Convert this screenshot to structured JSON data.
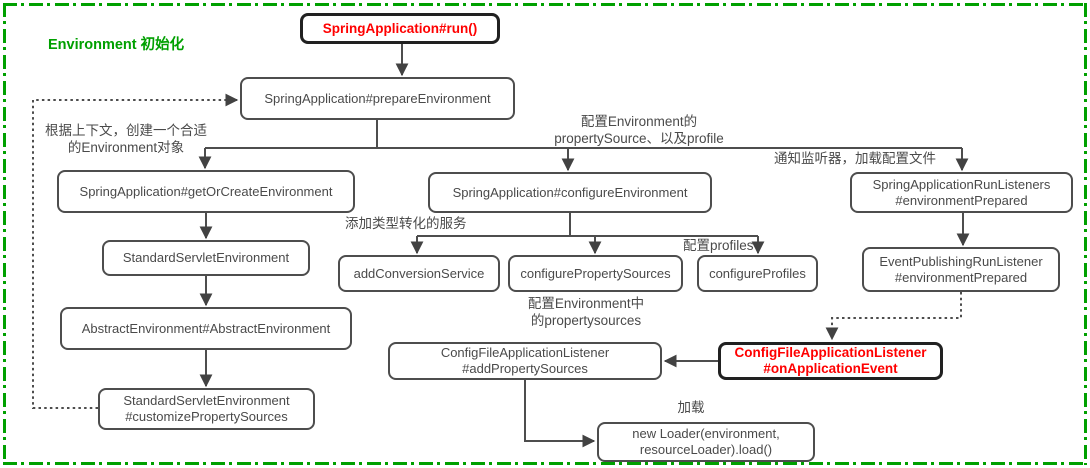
{
  "diagram": {
    "title": "Environment 初始化",
    "colors": {
      "frame_green": "#00a000",
      "highlight_red": "#ff0000",
      "line_gray": "#4d4d4d",
      "text_gray": "#4a4a4a",
      "background": "#ffffff"
    },
    "nodes": {
      "run": {
        "label": "SpringApplication#run()",
        "highlighted": true
      },
      "prepare_environment": {
        "label": "SpringApplication#prepareEnvironment",
        "highlighted": false
      },
      "get_or_create_environment": {
        "label": "SpringApplication#getOrCreateEnvironment",
        "highlighted": false
      },
      "standard_servlet_environment": {
        "label": "StandardServletEnvironment",
        "highlighted": false
      },
      "abstract_environment": {
        "label": "AbstractEnvironment#AbstractEnvironment",
        "highlighted": false
      },
      "customize_property_sources": {
        "label": "StandardServletEnvironment\n#customizePropertySources",
        "highlighted": false
      },
      "configure_environment": {
        "label": "SpringApplication#configureEnvironment",
        "highlighted": false
      },
      "add_conversion_service": {
        "label": "addConversionService",
        "highlighted": false
      },
      "configure_property_sources": {
        "label": "configurePropertySources",
        "highlighted": false
      },
      "configure_profiles": {
        "label": "configureProfiles",
        "highlighted": false
      },
      "run_listeners_environment_prepared": {
        "label": "SpringApplicationRunListeners\n#environmentPrepared",
        "highlighted": false
      },
      "event_publishing_run_listener": {
        "label": "EventPublishingRunListener\n#environmentPrepared",
        "highlighted": false
      },
      "on_application_event": {
        "label": "ConfigFileApplicationListener\n#onApplicationEvent",
        "highlighted": true
      },
      "add_property_sources": {
        "label": "ConfigFileApplicationListener\n#addPropertySources",
        "highlighted": false
      },
      "loader_load": {
        "label": "new Loader(environment,\nresourceLoader).load()",
        "highlighted": false
      }
    },
    "annotations": {
      "create_env_note": "根据上下文，创建一个合适\n的Environment对象",
      "configure_env_note": "配置Environment的\npropertySource、以及profile",
      "notify_listeners_note": "通知监听器，加载配置文件",
      "add_conversion_note": "添加类型转化的服务",
      "configure_profiles_note": "配置profiles",
      "configure_property_sources_note": "配置Environment中\n的propertysources",
      "load_note": "加载"
    },
    "edges": [
      {
        "from": "run",
        "to": "prepare_environment",
        "style": "solid"
      },
      {
        "from": "prepare_environment",
        "to": "get_or_create_environment",
        "style": "solid"
      },
      {
        "from": "prepare_environment",
        "to": "configure_environment",
        "style": "solid"
      },
      {
        "from": "prepare_environment",
        "to": "run_listeners_environment_prepared",
        "style": "solid"
      },
      {
        "from": "get_or_create_environment",
        "to": "standard_servlet_environment",
        "style": "solid"
      },
      {
        "from": "standard_servlet_environment",
        "to": "abstract_environment",
        "style": "solid"
      },
      {
        "from": "abstract_environment",
        "to": "customize_property_sources",
        "style": "solid"
      },
      {
        "from": "customize_property_sources",
        "to": "prepare_environment",
        "style": "dotted"
      },
      {
        "from": "configure_environment",
        "to": "add_conversion_service",
        "style": "solid"
      },
      {
        "from": "configure_environment",
        "to": "configure_property_sources",
        "style": "solid"
      },
      {
        "from": "configure_environment",
        "to": "configure_profiles",
        "style": "solid"
      },
      {
        "from": "run_listeners_environment_prepared",
        "to": "event_publishing_run_listener",
        "style": "solid"
      },
      {
        "from": "event_publishing_run_listener",
        "to": "on_application_event",
        "style": "dotted"
      },
      {
        "from": "on_application_event",
        "to": "add_property_sources",
        "style": "solid"
      },
      {
        "from": "add_property_sources",
        "to": "loader_load",
        "style": "solid"
      }
    ]
  }
}
